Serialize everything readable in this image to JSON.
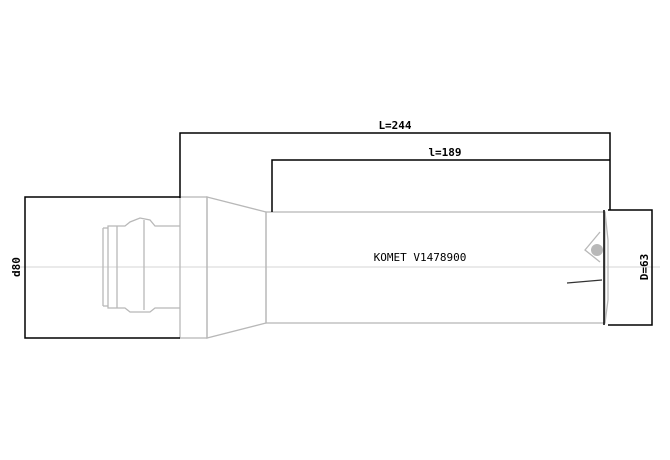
{
  "drawing": {
    "overall_length": "L=244",
    "usable_length": "l=189",
    "shank_diameter": "d80",
    "cutting_diameter": "D=63",
    "part_label": "KOMET V1478900"
  },
  "colors": {
    "outline": "#b8b8b8",
    "dimension": "#000000"
  }
}
